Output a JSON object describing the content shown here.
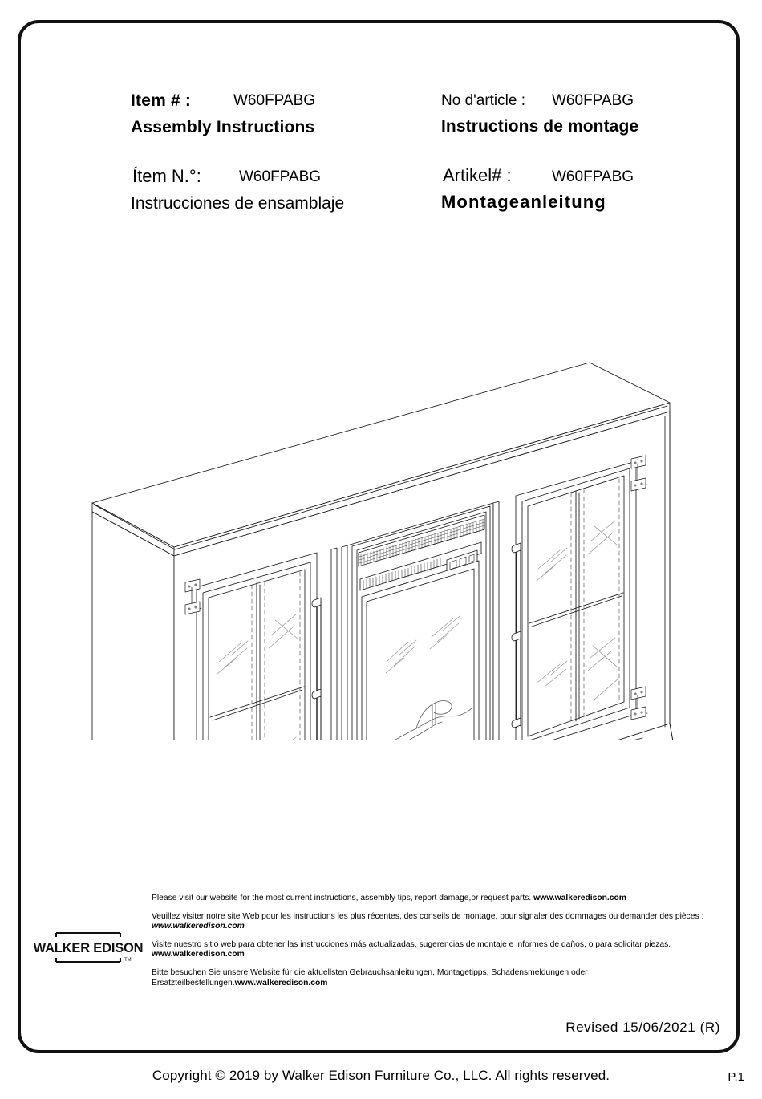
{
  "document": {
    "border_color": "#111111",
    "background": "#ffffff"
  },
  "header": {
    "english": {
      "item_label": "Item # :",
      "item_value": "W60FPABG",
      "title": "Assembly  Instructions"
    },
    "french": {
      "item_label": "No d'article :",
      "item_value": "W60FPABG",
      "title": "Instructions de montage"
    },
    "spanish": {
      "item_label": "Ítem N.°:",
      "item_value": "W60FPABG",
      "title": "Instrucciones de ensamblaje"
    },
    "german": {
      "item_label": "Artikel# :",
      "item_value": "W60FPABG",
      "title": "Montageanleitung"
    }
  },
  "illustration": {
    "name": "fireplace-tv-stand-line-drawing",
    "description": "Isometric line drawing of a 60 inch fireplace TV stand with two glass cabinet doors and a centre electric fireplace insert",
    "line_color": "#1a1a1a",
    "glass_reflection_color": "#9a9a9a",
    "components": {
      "left_door_panes": 4,
      "right_door_panes": 4,
      "left_door_hinges": 2,
      "right_door_hinges": 2,
      "handles": 2,
      "fireplace_insert": "center"
    }
  },
  "notice": {
    "english_text": "Please visit our website for the most current instructions, assembly tips, report damage,or request parts.",
    "english_url": "www.walkeredison.com",
    "french_text": "Veuillez visiter notre site Web pour les instructions les plus récentes, des conseils de montage, pour signaler des dommages ou demander des pièces :",
    "french_url": "www.walkeredison.com",
    "spanish_text": "Visite nuestro sitio web para obtener las instrucciones más actualizadas, sugerencias de montaje e informes de daños, o para solicitar piezas.",
    "spanish_url": "www.walkeredison.com",
    "german_text": "Bitte besuchen Sie unsere Website für die aktuellsten Gebrauchsanleitungen, Montagetipps, Schadensmeldungen oder Ersatzteilbestellungen.",
    "german_url": "www.walkeredison.com"
  },
  "logo": {
    "brand": "WALKER EDISON",
    "trademark": "™"
  },
  "revision": {
    "text": "Revised 15/06/2021 (R)"
  },
  "footer": {
    "copyright": "Copyright © 2019 by Walker Edison Furniture Co., LLC. All rights reserved.",
    "page": "P.1"
  }
}
